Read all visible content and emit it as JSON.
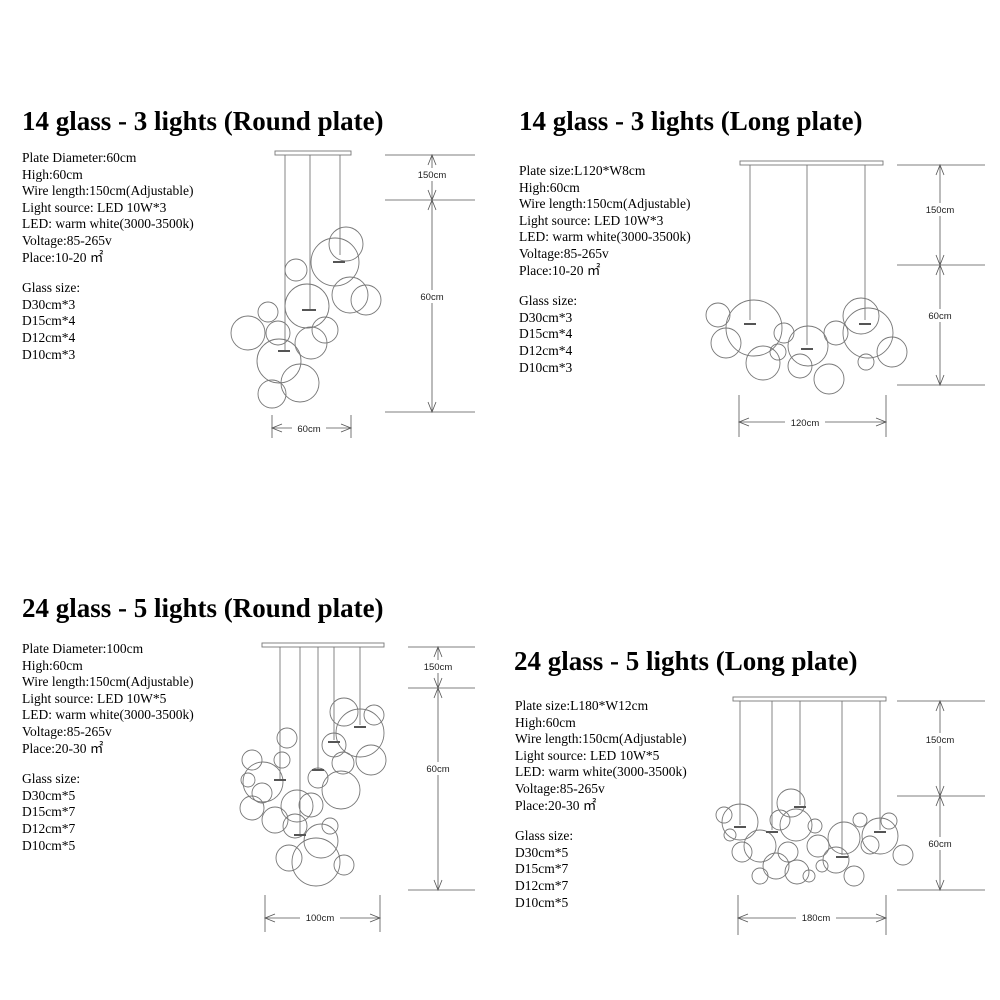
{
  "panels": [
    {
      "title": "14 glass - 3 lights (Round plate)",
      "specs": [
        "Plate Diameter:60cm",
        "High:60cm",
        "Wire length:150cm(Adjustable)",
        "Light source: LED 10W*3",
        "LED: warm white(3000-3500k)",
        "Voltage:85-265v",
        "Place:10-20 ㎡"
      ],
      "glass_title": "Glass size:",
      "glass": [
        "D30cm*3",
        "D15cm*4",
        "D12cm*4",
        "D10cm*3"
      ],
      "dim_wire": "150cm",
      "dim_height": "60cm",
      "dim_width": "60cm"
    },
    {
      "title": "14 glass - 3 lights (Long plate)",
      "specs": [
        "Plate size:L120*W8cm",
        "High:60cm",
        "Wire length:150cm(Adjustable)",
        "Light source: LED 10W*3",
        "LED: warm white(3000-3500k)",
        "Voltage:85-265v",
        "Place:10-20 ㎡"
      ],
      "glass_title": "Glass size:",
      "glass": [
        "D30cm*3",
        "D15cm*4",
        "D12cm*4",
        "D10cm*3"
      ],
      "dim_wire": "150cm",
      "dim_height": "60cm",
      "dim_width": "120cm"
    },
    {
      "title": "24 glass - 5 lights (Round plate)",
      "specs": [
        "Plate Diameter:100cm",
        "High:60cm",
        "Wire length:150cm(Adjustable)",
        "Light source: LED 10W*5",
        "LED: warm white(3000-3500k)",
        "Voltage:85-265v",
        "Place:20-30 ㎡"
      ],
      "glass_title": "Glass size:",
      "glass": [
        "D30cm*5",
        "D15cm*7",
        "D12cm*7",
        "D10cm*5"
      ],
      "dim_wire": "150cm",
      "dim_height": "60cm",
      "dim_width": "100cm"
    },
    {
      "title": "24 glass - 5 lights (Long plate)",
      "specs": [
        "Plate size:L180*W12cm",
        "High:60cm",
        "Wire length:150cm(Adjustable)",
        "Light source: LED 10W*5",
        "LED: warm white(3000-3500k)",
        "Voltage:85-265v",
        "Place:20-30 ㎡"
      ],
      "glass_title": "Glass size:",
      "glass": [
        "D30cm*5",
        "D15cm*7",
        "D12cm*7",
        "D10cm*5"
      ],
      "dim_wire": "150cm",
      "dim_height": "60cm",
      "dim_width": "180cm"
    }
  ]
}
